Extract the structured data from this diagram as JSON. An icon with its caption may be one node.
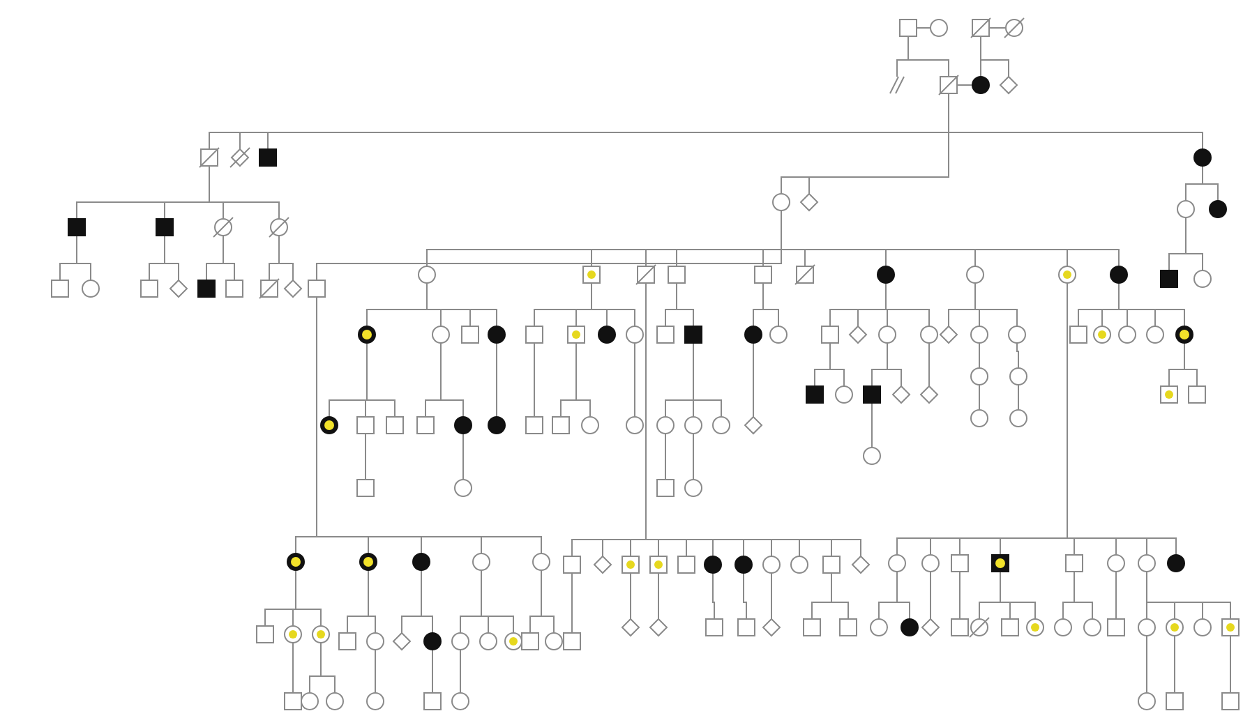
{
  "diagram": {
    "nodes": [
      {
        "text": [],
        "shape": "square"
      },
      {
        "text": [],
        "shape": "circle"
      },
      {
        "text": [],
        "shape": "square"
      },
      {
        "text": [],
        "shape": "circle"
      },
      {
        "text": [],
        "shape": "line"
      },
      {
        "text": [],
        "shape": "square"
      },
      {
        "text": [],
        "shape": "circle"
      },
      {
        "text": [],
        "shape": "diamond"
      },
      {
        "text": [],
        "shape": "square"
      },
      {
        "text": [],
        "shape": "diamond"
      },
      {
        "text": [],
        "shape": "square"
      },
      {
        "text": [],
        "shape": "circle"
      },
      {
        "text": [],
        "shape": "diamond"
      },
      {
        "text": [],
        "shape": "circle"
      },
      {
        "text": [],
        "shape": "square"
      },
      {
        "text": [],
        "shape": "square"
      },
      {
        "text": [],
        "shape": "circle"
      },
      {
        "text": [],
        "shape": "circle"
      },
      {
        "text": [],
        "shape": "square"
      },
      {
        "text": [],
        "shape": "circle"
      },
      {
        "text": [],
        "shape": "square"
      },
      {
        "text": [],
        "shape": "diamond"
      },
      {
        "text": [],
        "shape": "square"
      },
      {
        "text": [],
        "shape": "square"
      },
      {
        "text": [],
        "shape": "square"
      },
      {
        "text": [],
        "shape": "diamond"
      },
      {
        "text": [],
        "shape": "square"
      },
      {
        "text": [],
        "shape": "circle"
      },
      {
        "text": [],
        "shape": "square"
      },
      {
        "text": [],
        "shape": "square"
      },
      {
        "text": [],
        "shape": "square"
      },
      {
        "text": [],
        "shape": "square"
      },
      {
        "text": [],
        "shape": "square"
      },
      {
        "text": [],
        "shape": "circle"
      },
      {
        "text": [],
        "shape": "circle"
      },
      {
        "text": [],
        "shape": "circle"
      },
      {
        "text": [],
        "shape": "circle"
      },
      {
        "text": [],
        "shape": "circle"
      },
      {
        "text": [],
        "shape": "circle"
      },
      {
        "text": [],
        "shape": "square"
      },
      {
        "text": [],
        "shape": "circle"
      },
      {
        "text": [],
        "shape": "circle"
      },
      {
        "text": [],
        "shape": "circle"
      },
      {
        "text": [],
        "shape": "circle"
      },
      {
        "text": [],
        "shape": "circle"
      },
      {
        "text": [],
        "shape": "circle"
      },
      {
        "text": [],
        "shape": "square"
      },
      {
        "text": [],
        "shape": "circle"
      },
      {
        "text": [],
        "shape": "circle"
      },
      {
        "text": [],
        "shape": "square"
      },
      {
        "text": [],
        "shape": "circle"
      },
      {
        "text": [],
        "shape": "circle"
      },
      {
        "text": [],
        "shape": "square"
      },
      {
        "text": [],
        "shape": "circle"
      },
      {
        "text": [],
        "shape": "circle"
      },
      {
        "text": [],
        "shape": "diamond"
      },
      {
        "text": [],
        "shape": "circle"
      },
      {
        "text": [],
        "shape": "square"
      },
      {
        "text": [],
        "shape": "circle"
      },
      {
        "text": [],
        "shape": "circle"
      },
      {
        "text": [],
        "shape": "circle"
      },
      {
        "text": [],
        "shape": "circle"
      },
      {
        "text": [],
        "shape": "square"
      },
      {
        "text": [],
        "shape": "circle"
      },
      {
        "text": [],
        "shape": "circle"
      },
      {
        "text": [],
        "shape": "circle"
      },
      {
        "text": [],
        "shape": "square"
      },
      {
        "text": [],
        "shape": "circle"
      },
      {
        "text": [],
        "shape": "circle"
      },
      {
        "text": [],
        "shape": "square"
      },
      {
        "text": [],
        "shape": "square"
      },
      {
        "text": [],
        "shape": "square"
      },
      {
        "text": [],
        "shape": "square"
      },
      {
        "text": [],
        "shape": "circle"
      },
      {
        "text": [],
        "shape": "circle"
      },
      {
        "text": [],
        "shape": "circle"
      },
      {
        "text": [],
        "shape": "square"
      },
      {
        "text": [],
        "shape": "square"
      },
      {
        "text": [],
        "shape": "circle"
      },
      {
        "text": [],
        "shape": "circle"
      },
      {
        "text": [],
        "shape": "square"
      },
      {
        "text": [],
        "shape": "square"
      },
      {
        "text": [],
        "shape": "circle"
      },
      {
        "text": [],
        "shape": "circle"
      },
      {
        "text": [],
        "shape": "square"
      },
      {
        "text": [],
        "shape": "diamond"
      },
      {
        "text": [],
        "shape": "square"
      },
      {
        "text": [],
        "shape": "square"
      },
      {
        "text": [],
        "shape": "square"
      },
      {
        "text": [],
        "shape": "circle"
      },
      {
        "text": [],
        "shape": "circle"
      },
      {
        "text": [],
        "shape": "circle"
      },
      {
        "text": [],
        "shape": "circle"
      },
      {
        "text": [],
        "shape": "square"
      },
      {
        "text": [],
        "shape": "diamond"
      },
      {
        "text": [],
        "shape": "square"
      },
      {
        "text": [],
        "shape": "diamond"
      },
      {
        "text": [],
        "shape": "diamond"
      },
      {
        "text": [],
        "shape": "square"
      },
      {
        "text": [],
        "shape": "square"
      },
      {
        "text": [],
        "shape": "diamond"
      },
      {
        "text": [],
        "shape": "square"
      },
      {
        "text": [],
        "shape": "square"
      },
      {
        "text": [],
        "shape": "square"
      },
      {
        "text": [],
        "shape": "square"
      },
      {
        "text": [],
        "shape": "circle"
      },
      {
        "text": [],
        "shape": "circle"
      },
      {
        "text": [],
        "shape": "circle"
      },
      {
        "text": [],
        "shape": "square"
      },
      {
        "text": [],
        "shape": "circle"
      },
      {
        "text": [],
        "shape": "circle"
      },
      {
        "text": [],
        "shape": "circle"
      },
      {
        "text": [],
        "shape": "diamond"
      },
      {
        "text": [],
        "shape": "square"
      },
      {
        "text": [],
        "shape": "diamond"
      },
      {
        "text": [],
        "shape": "circle"
      },
      {
        "text": [],
        "shape": "circle"
      },
      {
        "text": [],
        "shape": "square"
      },
      {
        "text": [],
        "shape": "circle"
      },
      {
        "text": [],
        "shape": "square"
      },
      {
        "text": [],
        "shape": "diamond"
      },
      {
        "text": [],
        "shape": "circle"
      },
      {
        "text": [],
        "shape": "diamond"
      },
      {
        "text": [],
        "shape": "diamond"
      },
      {
        "text": [],
        "shape": "circle"
      },
      {
        "text": [],
        "shape": "circle"
      },
      {
        "text": [],
        "shape": "circle"
      },
      {
        "text": [],
        "shape": "circle"
      },
      {
        "text": [],
        "shape": "circle"
      },
      {
        "text": [],
        "shape": "circle"
      },
      {
        "text": [],
        "shape": "circle"
      },
      {
        "text": [],
        "shape": "circle"
      },
      {
        "text": [],
        "shape": "square"
      },
      {
        "text": [],
        "shape": "square"
      },
      {
        "text": [],
        "shape": "square"
      },
      {
        "text": [],
        "shape": "circle"
      },
      {
        "text": [],
        "shape": "circle"
      },
      {
        "text": [],
        "shape": "circle"
      },
      {
        "text": [],
        "shape": "circle"
      },
      {
        "text": [],
        "shape": "circle"
      },
      {
        "text": [],
        "shape": "diamond"
      },
      {
        "text": [],
        "shape": "square"
      },
      {
        "text": [],
        "shape": "circle"
      },
      {
        "text": [],
        "shape": "square"
      },
      {
        "text": [],
        "shape": "circle"
      },
      {
        "text": [],
        "shape": "circle"
      },
      {
        "text": [],
        "shape": "circle"
      },
      {
        "text": [],
        "shape": "square"
      },
      {
        "text": [],
        "shape": "circle"
      },
      {
        "text": [],
        "shape": "circle"
      },
      {
        "text": [],
        "shape": "circle"
      },
      {
        "text": [],
        "shape": "square"
      },
      {
        "text": [],
        "shape": "circle"
      },
      {
        "text": [],
        "shape": "square"
      },
      {
        "text": [],
        "shape": "square"
      },
      {
        "text": [],
        "shape": "square"
      },
      {
        "text": [],
        "shape": "circle"
      },
      {
        "text": [],
        "shape": "circle"
      },
      {
        "text": [],
        "shape": "circle"
      },
      {
        "text": [],
        "shape": "circle"
      },
      {
        "text": [],
        "shape": "square"
      },
      {
        "text": [],
        "shape": "square"
      }
    ],
    "edges": [
      {
        "from": 0,
        "to": 1,
        "arrow": "none"
      },
      {
        "from": 2,
        "to": 3,
        "arrow": "none"
      },
      {
        "from": 5,
        "to": 6,
        "arrow": "none"
      },
      {
        "from": 0,
        "to": 4,
        "arrow": "none"
      },
      {
        "from": 0,
        "to": 5,
        "arrow": "none"
      },
      {
        "from": 2,
        "to": 6,
        "arrow": "none"
      },
      {
        "from": 2,
        "to": 7,
        "arrow": "none"
      },
      {
        "from": 5,
        "to": 8,
        "arrow": "none"
      },
      {
        "from": 5,
        "to": 9,
        "arrow": "none"
      },
      {
        "from": 5,
        "to": 10,
        "arrow": "none"
      },
      {
        "from": 5,
        "to": 11,
        "arrow": "none"
      },
      {
        "from": 5,
        "to": 12,
        "arrow": "none"
      },
      {
        "from": 5,
        "to": 13,
        "arrow": "none"
      },
      {
        "from": 8,
        "to": 14,
        "arrow": "none"
      },
      {
        "from": 8,
        "to": 15,
        "arrow": "none"
      },
      {
        "from": 8,
        "to": 16,
        "arrow": "none"
      },
      {
        "from": 8,
        "to": 17,
        "arrow": "none"
      },
      {
        "from": 14,
        "to": 18,
        "arrow": "none"
      },
      {
        "from": 14,
        "to": 19,
        "arrow": "none"
      },
      {
        "from": 15,
        "to": 20,
        "arrow": "none"
      },
      {
        "from": 15,
        "to": 21,
        "arrow": "none"
      },
      {
        "from": 16,
        "to": 22,
        "arrow": "none"
      },
      {
        "from": 16,
        "to": 23,
        "arrow": "none"
      },
      {
        "from": 17,
        "to": 24,
        "arrow": "none"
      },
      {
        "from": 17,
        "to": 25,
        "arrow": "none"
      },
      {
        "from": 11,
        "to": 26,
        "arrow": "none"
      },
      {
        "from": 11,
        "to": 27,
        "arrow": "none"
      },
      {
        "from": 11,
        "to": 28,
        "arrow": "none"
      },
      {
        "from": 11,
        "to": 29,
        "arrow": "none"
      },
      {
        "from": 11,
        "to": 30,
        "arrow": "none"
      },
      {
        "from": 11,
        "to": 31,
        "arrow": "none"
      },
      {
        "from": 11,
        "to": 32,
        "arrow": "none"
      },
      {
        "from": 11,
        "to": 33,
        "arrow": "none"
      },
      {
        "from": 11,
        "to": 34,
        "arrow": "none"
      },
      {
        "from": 11,
        "to": 35,
        "arrow": "none"
      },
      {
        "from": 11,
        "to": 36,
        "arrow": "none"
      },
      {
        "from": 13,
        "to": 37,
        "arrow": "none"
      },
      {
        "from": 13,
        "to": 38,
        "arrow": "none"
      },
      {
        "from": 37,
        "to": 39,
        "arrow": "none"
      },
      {
        "from": 37,
        "to": 40,
        "arrow": "none"
      },
      {
        "from": 26,
        "to": 41,
        "arrow": "none"
      },
      {
        "from": 26,
        "to": 42,
        "arrow": "none"
      },
      {
        "from": 26,
        "to": 43,
        "arrow": "none"
      },
      {
        "from": 26,
        "to": 44,
        "arrow": "none"
      },
      {
        "from": 26,
        "to": 45,
        "arrow": "none"
      },
      {
        "from": 41,
        "to": 46,
        "arrow": "none"
      },
      {
        "from": 41,
        "to": 47,
        "arrow": "none"
      },
      {
        "from": 41,
        "to": 48,
        "arrow": "none"
      },
      {
        "from": 47,
        "to": 49,
        "arrow": "none"
      },
      {
        "from": 48,
        "to": 50,
        "arrow": "none"
      },
      {
        "from": 48,
        "to": 51,
        "arrow": "none"
      },
      {
        "from": 42,
        "to": 52,
        "arrow": "none"
      },
      {
        "from": 42,
        "to": 53,
        "arrow": "none"
      },
      {
        "from": 53,
        "to": 54,
        "arrow": "none"
      },
      {
        "from": 43,
        "to": 55,
        "arrow": "none"
      },
      {
        "from": 43,
        "to": 56,
        "arrow": "none"
      },
      {
        "from": 56,
        "to": 57,
        "arrow": "none"
      },
      {
        "from": 44,
        "to": 58,
        "arrow": "none"
      },
      {
        "from": 44,
        "to": 59,
        "arrow": "none"
      },
      {
        "from": 44,
        "to": 60,
        "arrow": "none"
      },
      {
        "from": 58,
        "to": 61,
        "arrow": "none"
      },
      {
        "from": 45,
        "to": 62,
        "arrow": "none"
      },
      {
        "from": 45,
        "to": 63,
        "arrow": "none"
      },
      {
        "from": 27,
        "to": 64,
        "arrow": "none"
      },
      {
        "from": 27,
        "to": 65,
        "arrow": "none"
      },
      {
        "from": 27,
        "to": 66,
        "arrow": "none"
      },
      {
        "from": 27,
        "to": 67,
        "arrow": "none"
      },
      {
        "from": 64,
        "to": 68,
        "arrow": "none"
      },
      {
        "from": 64,
        "to": 69,
        "arrow": "none"
      },
      {
        "from": 64,
        "to": 70,
        "arrow": "none"
      },
      {
        "from": 69,
        "to": 71,
        "arrow": "none"
      },
      {
        "from": 65,
        "to": 72,
        "arrow": "none"
      },
      {
        "from": 65,
        "to": 73,
        "arrow": "none"
      },
      {
        "from": 73,
        "to": 74,
        "arrow": "none"
      },
      {
        "from": 67,
        "to": 75,
        "arrow": "none"
      },
      {
        "from": 28,
        "to": 76,
        "arrow": "none"
      },
      {
        "from": 28,
        "to": 77,
        "arrow": "none"
      },
      {
        "from": 28,
        "to": 78,
        "arrow": "none"
      },
      {
        "from": 28,
        "to": 79,
        "arrow": "none"
      },
      {
        "from": 76,
        "to": 80,
        "arrow": "none"
      },
      {
        "from": 77,
        "to": 81,
        "arrow": "none"
      },
      {
        "from": 77,
        "to": 82,
        "arrow": "none"
      },
      {
        "from": 79,
        "to": 83,
        "arrow": "none"
      },
      {
        "from": 29,
        "to": 84,
        "arrow": "none"
      },
      {
        "from": 29,
        "to": 85,
        "arrow": "none"
      },
      {
        "from": 29,
        "to": 86,
        "arrow": "none"
      },
      {
        "from": 29,
        "to": 87,
        "arrow": "none"
      },
      {
        "from": 29,
        "to": 88,
        "arrow": "none"
      },
      {
        "from": 29,
        "to": 89,
        "arrow": "none"
      },
      {
        "from": 29,
        "to": 90,
        "arrow": "none"
      },
      {
        "from": 29,
        "to": 91,
        "arrow": "none"
      },
      {
        "from": 29,
        "to": 92,
        "arrow": "none"
      },
      {
        "from": 29,
        "to": 93,
        "arrow": "none"
      },
      {
        "from": 29,
        "to": 94,
        "arrow": "none"
      },
      {
        "from": 84,
        "to": 95,
        "arrow": "none"
      },
      {
        "from": 86,
        "to": 96,
        "arrow": "none"
      },
      {
        "from": 87,
        "to": 97,
        "arrow": "none"
      },
      {
        "from": 89,
        "to": 98,
        "arrow": "none"
      },
      {
        "from": 90,
        "to": 99,
        "arrow": "none"
      },
      {
        "from": 91,
        "to": 100,
        "arrow": "none"
      },
      {
        "from": 93,
        "to": 101,
        "arrow": "none"
      },
      {
        "from": 93,
        "to": 102,
        "arrow": "none"
      },
      {
        "from": 30,
        "to": 103,
        "arrow": "none"
      },
      {
        "from": 30,
        "to": 104,
        "arrow": "none"
      },
      {
        "from": 104,
        "to": 105,
        "arrow": "none"
      },
      {
        "from": 104,
        "to": 106,
        "arrow": "none"
      },
      {
        "from": 104,
        "to": 107,
        "arrow": "none"
      },
      {
        "from": 105,
        "to": 108,
        "arrow": "none"
      },
      {
        "from": 106,
        "to": 109,
        "arrow": "none"
      },
      {
        "from": 31,
        "to": 110,
        "arrow": "none"
      },
      {
        "from": 31,
        "to": 111,
        "arrow": "none"
      },
      {
        "from": 110,
        "to": 112,
        "arrow": "none"
      },
      {
        "from": 33,
        "to": 113,
        "arrow": "none"
      },
      {
        "from": 33,
        "to": 114,
        "arrow": "none"
      },
      {
        "from": 33,
        "to": 115,
        "arrow": "none"
      },
      {
        "from": 33,
        "to": 116,
        "arrow": "none"
      },
      {
        "from": 113,
        "to": 117,
        "arrow": "none"
      },
      {
        "from": 113,
        "to": 118,
        "arrow": "none"
      },
      {
        "from": 115,
        "to": 119,
        "arrow": "none"
      },
      {
        "from": 115,
        "to": 120,
        "arrow": "none"
      },
      {
        "from": 119,
        "to": 121,
        "arrow": "none"
      },
      {
        "from": 116,
        "to": 122,
        "arrow": "none"
      },
      {
        "from": 34,
        "to": 123,
        "arrow": "none"
      },
      {
        "from": 34,
        "to": 124,
        "arrow": "none"
      },
      {
        "from": 34,
        "to": 125,
        "arrow": "none"
      },
      {
        "from": 124,
        "to": 126,
        "arrow": "none"
      },
      {
        "from": 126,
        "to": 127,
        "arrow": "none"
      },
      {
        "from": 125,
        "to": 128,
        "arrow": "none"
      },
      {
        "from": 128,
        "to": 129,
        "arrow": "none"
      },
      {
        "from": 35,
        "to": 130,
        "arrow": "none"
      },
      {
        "from": 35,
        "to": 131,
        "arrow": "none"
      },
      {
        "from": 35,
        "to": 132,
        "arrow": "none"
      },
      {
        "from": 35,
        "to": 133,
        "arrow": "none"
      },
      {
        "from": 35,
        "to": 134,
        "arrow": "none"
      },
      {
        "from": 35,
        "to": 135,
        "arrow": "none"
      },
      {
        "from": 35,
        "to": 136,
        "arrow": "none"
      },
      {
        "from": 35,
        "to": 137,
        "arrow": "none"
      },
      {
        "from": 130,
        "to": 138,
        "arrow": "none"
      },
      {
        "from": 130,
        "to": 139,
        "arrow": "none"
      },
      {
        "from": 131,
        "to": 140,
        "arrow": "none"
      },
      {
        "from": 132,
        "to": 141,
        "arrow": "none"
      },
      {
        "from": 133,
        "to": 142,
        "arrow": "none"
      },
      {
        "from": 133,
        "to": 143,
        "arrow": "none"
      },
      {
        "from": 133,
        "to": 144,
        "arrow": "none"
      },
      {
        "from": 134,
        "to": 145,
        "arrow": "none"
      },
      {
        "from": 134,
        "to": 146,
        "arrow": "none"
      },
      {
        "from": 135,
        "to": 147,
        "arrow": "none"
      },
      {
        "from": 136,
        "to": 148,
        "arrow": "none"
      },
      {
        "from": 136,
        "to": 149,
        "arrow": "none"
      },
      {
        "from": 136,
        "to": 150,
        "arrow": "none"
      },
      {
        "from": 136,
        "to": 151,
        "arrow": "none"
      },
      {
        "from": 148,
        "to": 152,
        "arrow": "none"
      },
      {
        "from": 149,
        "to": 153,
        "arrow": "none"
      },
      {
        "from": 151,
        "to": 154,
        "arrow": "none"
      },
      {
        "from": 36,
        "to": 155,
        "arrow": "none"
      },
      {
        "from": 36,
        "to": 156,
        "arrow": "none"
      },
      {
        "from": 36,
        "to": 157,
        "arrow": "none"
      },
      {
        "from": 36,
        "to": 158,
        "arrow": "none"
      },
      {
        "from": 36,
        "to": 159,
        "arrow": "none"
      },
      {
        "from": 159,
        "to": 160,
        "arrow": "none"
      },
      {
        "from": 159,
        "to": 161,
        "arrow": "none"
      }
    ]
  }
}
